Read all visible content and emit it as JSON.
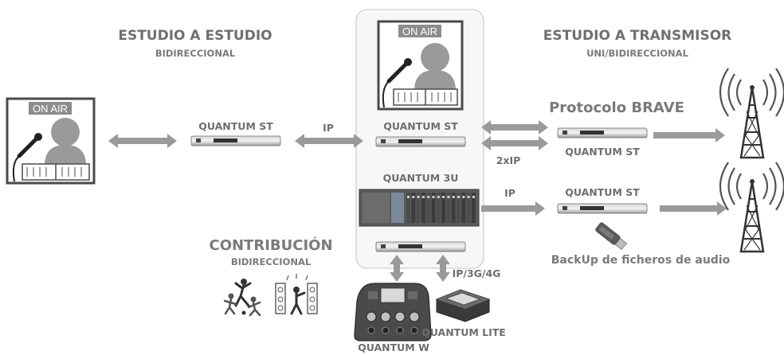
{
  "sections": {
    "studio_to_studio": {
      "title": "ESTUDIO A ESTUDIO",
      "subtitle": "BIDIRECCIONAL"
    },
    "studio_to_transmitter": {
      "title": "ESTUDIO A TRANSMISOR",
      "subtitle": "UNI/BIDIRECCIONAL"
    },
    "contribution": {
      "title": "CONTRIBUCIÓN",
      "subtitle": "BIDIRECCIONAL"
    }
  },
  "onair_label": "ON AIR",
  "devices": {
    "left_codec": "QUANTUM ST",
    "center_codec": "QUANTUM ST",
    "center_rack": "QUANTUM 3U",
    "tx_codec_1": "QUANTUM ST",
    "tx_codec_2": "QUANTUM ST",
    "lite": "QUANTUM LITE",
    "w": "QUANTUM W"
  },
  "links": {
    "ip_center": "IP",
    "dual_ip": "2xIP",
    "ip_tx2": "IP",
    "mobile": "IP/3G/4G"
  },
  "protocol_label": "Protocolo BRAVE",
  "backup_label": "BackUp de ficheros de audio",
  "colors": {
    "text": "#6f6f6f",
    "arrow": "#9a9a9a",
    "studio_dark": "#4a4a4a",
    "panel_border": "#cfcfcf"
  }
}
